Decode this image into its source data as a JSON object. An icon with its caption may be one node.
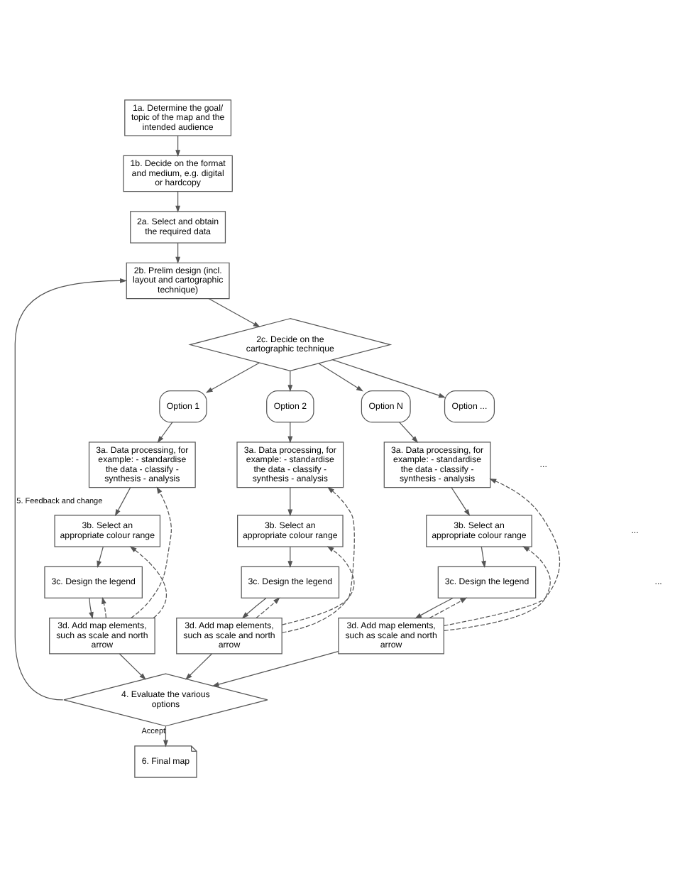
{
  "diagram": {
    "nodes": [
      {
        "text": [
          "1a. Determine the goal/ topic of the map and the intended audience"
        ]
      },
      {
        "text": [
          "1b. Decide on the format and medium, e.g. digital or hardcopy"
        ]
      },
      {
        "text": [
          "2a. Select and obtain the required data"
        ]
      },
      {
        "text": [
          "2b. Prelim design (incl. layout and cartographic technique)"
        ]
      },
      {
        "text": [
          "2c. Decide on the cartographic technique"
        ]
      },
      {
        "text": [
          "Option 1"
        ]
      },
      {
        "text": [
          "Option 2"
        ]
      },
      {
        "text": [
          "Option ..."
        ]
      },
      {
        "text": [
          "Option N"
        ]
      },
      {
        "text": [
          "3a. Data processing, for example: - standardise the data - classify - synthesis - analysis"
        ]
      },
      {
        "text": [
          "3b. Select an appropriate colour range"
        ]
      },
      {
        "text": [
          "3c. Design the legend"
        ]
      },
      {
        "text": [
          "3d. Add map elements, such as scale and north arrow"
        ]
      },
      {
        "text": [
          "3a. Data processing, for example: - standardise the data - classify - synthesis - analysis"
        ]
      },
      {
        "text": [
          "3b. Select an appropriate colour range"
        ]
      },
      {
        "text": [
          "3c. Design the legend"
        ]
      },
      {
        "text": [
          "3d. Add map elements, such as scale and north arrow"
        ]
      },
      {
        "text": [
          "3a. Data processing, for example: - standardise the data - classify - synthesis - analysis"
        ]
      },
      {
        "text": [
          "3b. Select an appropriate colour range"
        ]
      },
      {
        "text": [
          "3c. Design the legend"
        ]
      },
      {
        "text": [
          "3d. Add map elements, such as scale and north arrow"
        ]
      },
      {
        "text": [
          "4. Evaluate the various options"
        ]
      },
      {
        "text": [
          "6. Final map"
        ]
      }
    ],
    "edges": [
      {
        "from": 0,
        "to": 1,
        "arrow": "to"
      },
      {
        "from": 1,
        "to": 2,
        "arrow": "to"
      },
      {
        "from": 2,
        "to": 3,
        "arrow": "to"
      },
      {
        "from": 3,
        "to": 4,
        "arrow": "to"
      },
      {
        "from": 4,
        "to": 5,
        "arrow": "to"
      },
      {
        "from": 4,
        "to": 6,
        "arrow": "to"
      },
      {
        "from": 4,
        "to": 7,
        "arrow": "to"
      },
      {
        "from": 4,
        "to": 8,
        "arrow": "to"
      },
      {
        "from": 5,
        "to": 9,
        "arrow": "to"
      },
      {
        "from": 9,
        "to": 10,
        "arrow": "to"
      },
      {
        "from": 10,
        "to": 11,
        "arrow": "to"
      },
      {
        "from": 11,
        "to": 12,
        "arrow": "to"
      },
      {
        "from": 12,
        "to": 9,
        "arrow": "to",
        "style": "dashed"
      },
      {
        "from": 12,
        "to": 10,
        "arrow": "to",
        "style": "dashed"
      },
      {
        "from": 12,
        "to": 11,
        "arrow": "to",
        "style": "dashed"
      },
      {
        "from": 6,
        "to": 13,
        "arrow": "to"
      },
      {
        "from": 13,
        "to": 14,
        "arrow": "to"
      },
      {
        "from": 14,
        "to": 15,
        "arrow": "to"
      },
      {
        "from": 15,
        "to": 16,
        "arrow": "to"
      },
      {
        "from": 16,
        "to": 13,
        "arrow": "to",
        "style": "dashed"
      },
      {
        "from": 16,
        "to": 14,
        "arrow": "to",
        "style": "dashed"
      },
      {
        "from": 16,
        "to": 15,
        "arrow": "to",
        "style": "dashed"
      },
      {
        "from": 8,
        "to": 17,
        "arrow": "to"
      },
      {
        "from": 17,
        "to": 18,
        "arrow": "to"
      },
      {
        "from": 18,
        "to": 19,
        "arrow": "to"
      },
      {
        "from": 19,
        "to": 20,
        "arrow": "to"
      },
      {
        "from": 20,
        "to": 17,
        "arrow": "to",
        "style": "dashed"
      },
      {
        "from": 20,
        "to": 18,
        "arrow": "to",
        "style": "dashed"
      },
      {
        "from": 20,
        "to": 19,
        "arrow": "to",
        "style": "dashed"
      },
      {
        "from": 12,
        "to": 21,
        "arrow": "to"
      },
      {
        "from": 16,
        "to": 21,
        "arrow": "to"
      },
      {
        "from": 20,
        "to": 21,
        "arrow": "to"
      },
      {
        "from": 21,
        "to": 22,
        "arrow": "to",
        "label": "Accept"
      },
      {
        "from": 21,
        "to": 3,
        "arrow": "to",
        "label": "5. Feedback and change"
      }
    ],
    "labels": [
      "...",
      "...",
      "..."
    ]
  }
}
